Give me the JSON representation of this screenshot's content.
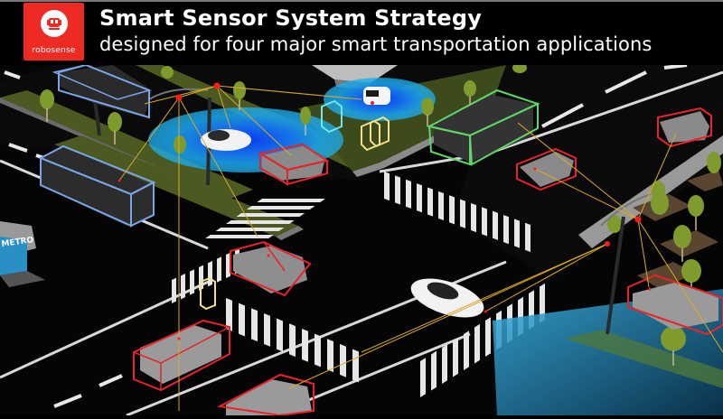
{
  "header": {
    "brand": "robosense",
    "brand_color": "#ee2a24",
    "title": "Smart Sensor System Strategy",
    "subtitle": "designed for four major smart transportation applications"
  },
  "scene": {
    "description": "Isometric smart intersection with roadside LiDAR sensors detecting vehicles and pedestrians",
    "sign_text": "METRO",
    "detection_box_colors": {
      "car": "#e8232a",
      "bus": "#7aa6e8",
      "truck": "#5fd66a",
      "pedestrian": "#f3e08a",
      "cyclist": "#6fe6ef",
      "sensor_link": "#d8a928",
      "sensor_node": "#ff1a1a",
      "scan_area": "#1fa3e6"
    },
    "objects": [
      {
        "type": "bus",
        "label": "bus-top"
      },
      {
        "type": "bus",
        "label": "bus-left"
      },
      {
        "type": "truck",
        "label": "dump-truck"
      },
      {
        "type": "car",
        "label": "car-center"
      },
      {
        "type": "car",
        "label": "car-right-top"
      },
      {
        "type": "car",
        "label": "car-right-mid"
      },
      {
        "type": "car",
        "label": "car-right-bottom"
      },
      {
        "type": "car",
        "label": "car-left-mid"
      },
      {
        "type": "car",
        "label": "car-bottom-left"
      },
      {
        "type": "car",
        "label": "car-bottom"
      },
      {
        "type": "pedestrian",
        "label": "pedestrian-crosswalk"
      },
      {
        "type": "pedestrian",
        "label": "pedestrian-sidewalk"
      },
      {
        "type": "cyclist",
        "label": "cyclist-sidewalk"
      },
      {
        "type": "ego-car",
        "label": "autonomous-sedan"
      },
      {
        "type": "ego-shuttle",
        "label": "autonomous-shuttle"
      },
      {
        "type": "ego-car",
        "label": "white-sedan-intersection"
      }
    ]
  }
}
